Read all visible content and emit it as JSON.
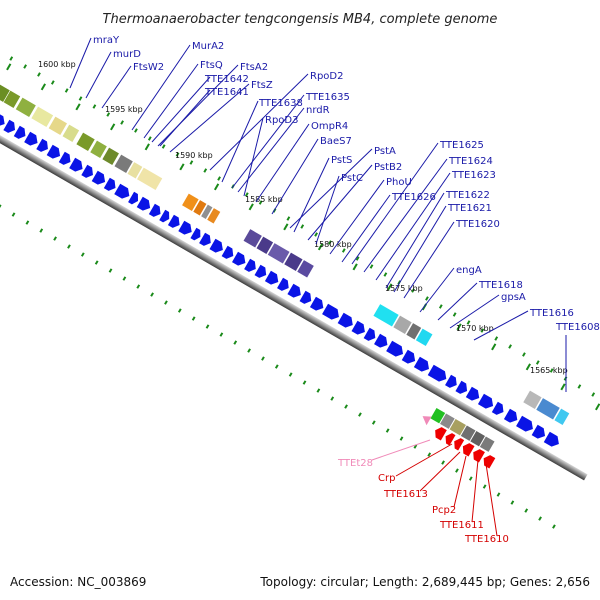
{
  "header": {
    "title": "Thermoanaerobacter tengcongensis MB4, complete genome"
  },
  "footer": {
    "accession": "Accession: NC_003869",
    "summary": "Topology: circular; Length: 2,689,445 bp; Genes: 2,656"
  },
  "ticks": [
    "1600 kbp",
    "1595 kbp",
    "1590 kbp",
    "1585 kbp",
    "1580 kbp",
    "1575 kbp",
    "1570 kbp",
    "1565 kbp"
  ],
  "colors": {
    "backbone": "#8c8c8c",
    "cds_arrow": "#0a14e6",
    "label_blue": "#1a1aa8",
    "label_red": "#d40000",
    "label_pink": "#f08ab8",
    "dots": "#1a8a1a"
  },
  "labels_top": [
    {
      "id": "mraY",
      "text": "mraY"
    },
    {
      "id": "murD",
      "text": "murD"
    },
    {
      "id": "ftsW2",
      "text": "FtsW2"
    },
    {
      "id": "murA2",
      "text": "MurA2"
    },
    {
      "id": "ftsQ",
      "text": "FtsQ"
    },
    {
      "id": "ftsA2",
      "text": "FtsA2"
    },
    {
      "id": "tte1642",
      "text": "TTE1642"
    },
    {
      "id": "ftsZ",
      "text": "FtsZ"
    },
    {
      "id": "tte1641",
      "text": "TTE1641"
    },
    {
      "id": "rpoD2",
      "text": "RpoD2"
    },
    {
      "id": "tte1638",
      "text": "TTE1638"
    },
    {
      "id": "tte1635",
      "text": "TTE1635"
    },
    {
      "id": "nrdR",
      "text": "nrdR"
    },
    {
      "id": "rpoD3",
      "text": "RpoD3"
    },
    {
      "id": "ompR4",
      "text": "OmpR4"
    },
    {
      "id": "baeS7",
      "text": "BaeS7"
    },
    {
      "id": "pstA",
      "text": "PstA"
    },
    {
      "id": "pstS",
      "text": "PstS"
    },
    {
      "id": "pstB2",
      "text": "PstB2"
    },
    {
      "id": "pstC",
      "text": "PstC"
    },
    {
      "id": "phoU",
      "text": "PhoU"
    },
    {
      "id": "tte1625",
      "text": "TTE1625"
    },
    {
      "id": "tte1624",
      "text": "TTE1624"
    },
    {
      "id": "tte1623",
      "text": "TTE1623"
    },
    {
      "id": "tte1626",
      "text": "TTE1626"
    },
    {
      "id": "tte1622",
      "text": "TTE1622"
    },
    {
      "id": "tte1621",
      "text": "TTE1621"
    },
    {
      "id": "tte1620",
      "text": "TTE1620"
    },
    {
      "id": "engA",
      "text": "engA"
    },
    {
      "id": "tte1618",
      "text": "TTE1618"
    },
    {
      "id": "gpsA",
      "text": "gpsA"
    },
    {
      "id": "tte1616",
      "text": "TTE1616"
    },
    {
      "id": "tte1608",
      "text": "TTE1608"
    }
  ],
  "labels_bottom": [
    {
      "id": "ttet28",
      "text": "TTEt28"
    },
    {
      "id": "crp",
      "text": "Crp"
    },
    {
      "id": "tte1613",
      "text": "TTE1613"
    },
    {
      "id": "pcp2",
      "text": "Pcp2"
    },
    {
      "id": "tte1611",
      "text": "TTE1611"
    },
    {
      "id": "tte1610",
      "text": "TTE1610"
    }
  ]
}
